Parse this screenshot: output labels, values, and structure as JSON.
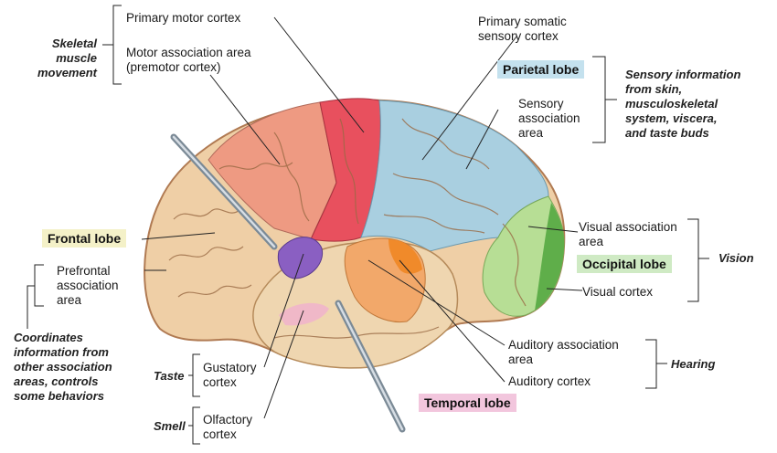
{
  "labels": {
    "primary_motor": "Primary motor cortex",
    "motor_association": "Motor association area\n(premotor cortex)",
    "primary_somatic": "Primary somatic\nsensory cortex",
    "sensory_association": "Sensory\nassociation\narea",
    "visual_association": "Visual association\narea",
    "visual_cortex": "Visual cortex",
    "prefrontal": "Prefrontal\nassociation\narea",
    "auditory_association": "Auditory association\narea",
    "auditory_cortex": "Auditory cortex",
    "gustatory": "Gustatory\ncortex",
    "olfactory": "Olfactory\ncortex"
  },
  "lobes": {
    "frontal": "Frontal lobe",
    "parietal": "Parietal lobe",
    "occipital": "Occipital lobe",
    "temporal": "Temporal lobe"
  },
  "functions": {
    "skeletal": "Skeletal\nmuscle\nmovement",
    "sensory_info": "Sensory information\nfrom skin,\nmusculoskeletal\nsystem, viscera,\nand taste buds",
    "vision": "Vision",
    "hearing": "Hearing",
    "coordinates": "Coordinates\ninformation from\nother association\nareas, controls\nsome behaviors",
    "taste": "Taste",
    "smell": "Smell"
  },
  "colors": {
    "frontal": "#efcfa6",
    "premotor": "#ee9a82",
    "primary_motor": "#e8505e",
    "parietal": "#a9cfe0",
    "occipital": "#b7de95",
    "visual_cortex": "#5fae4a",
    "temporal": "#efd6b0",
    "auditory_association": "#f2a86a",
    "auditory_cortex": "#f08a2a",
    "gustatory": "#8a5fc2",
    "olfactory": "#f0b8c8"
  }
}
